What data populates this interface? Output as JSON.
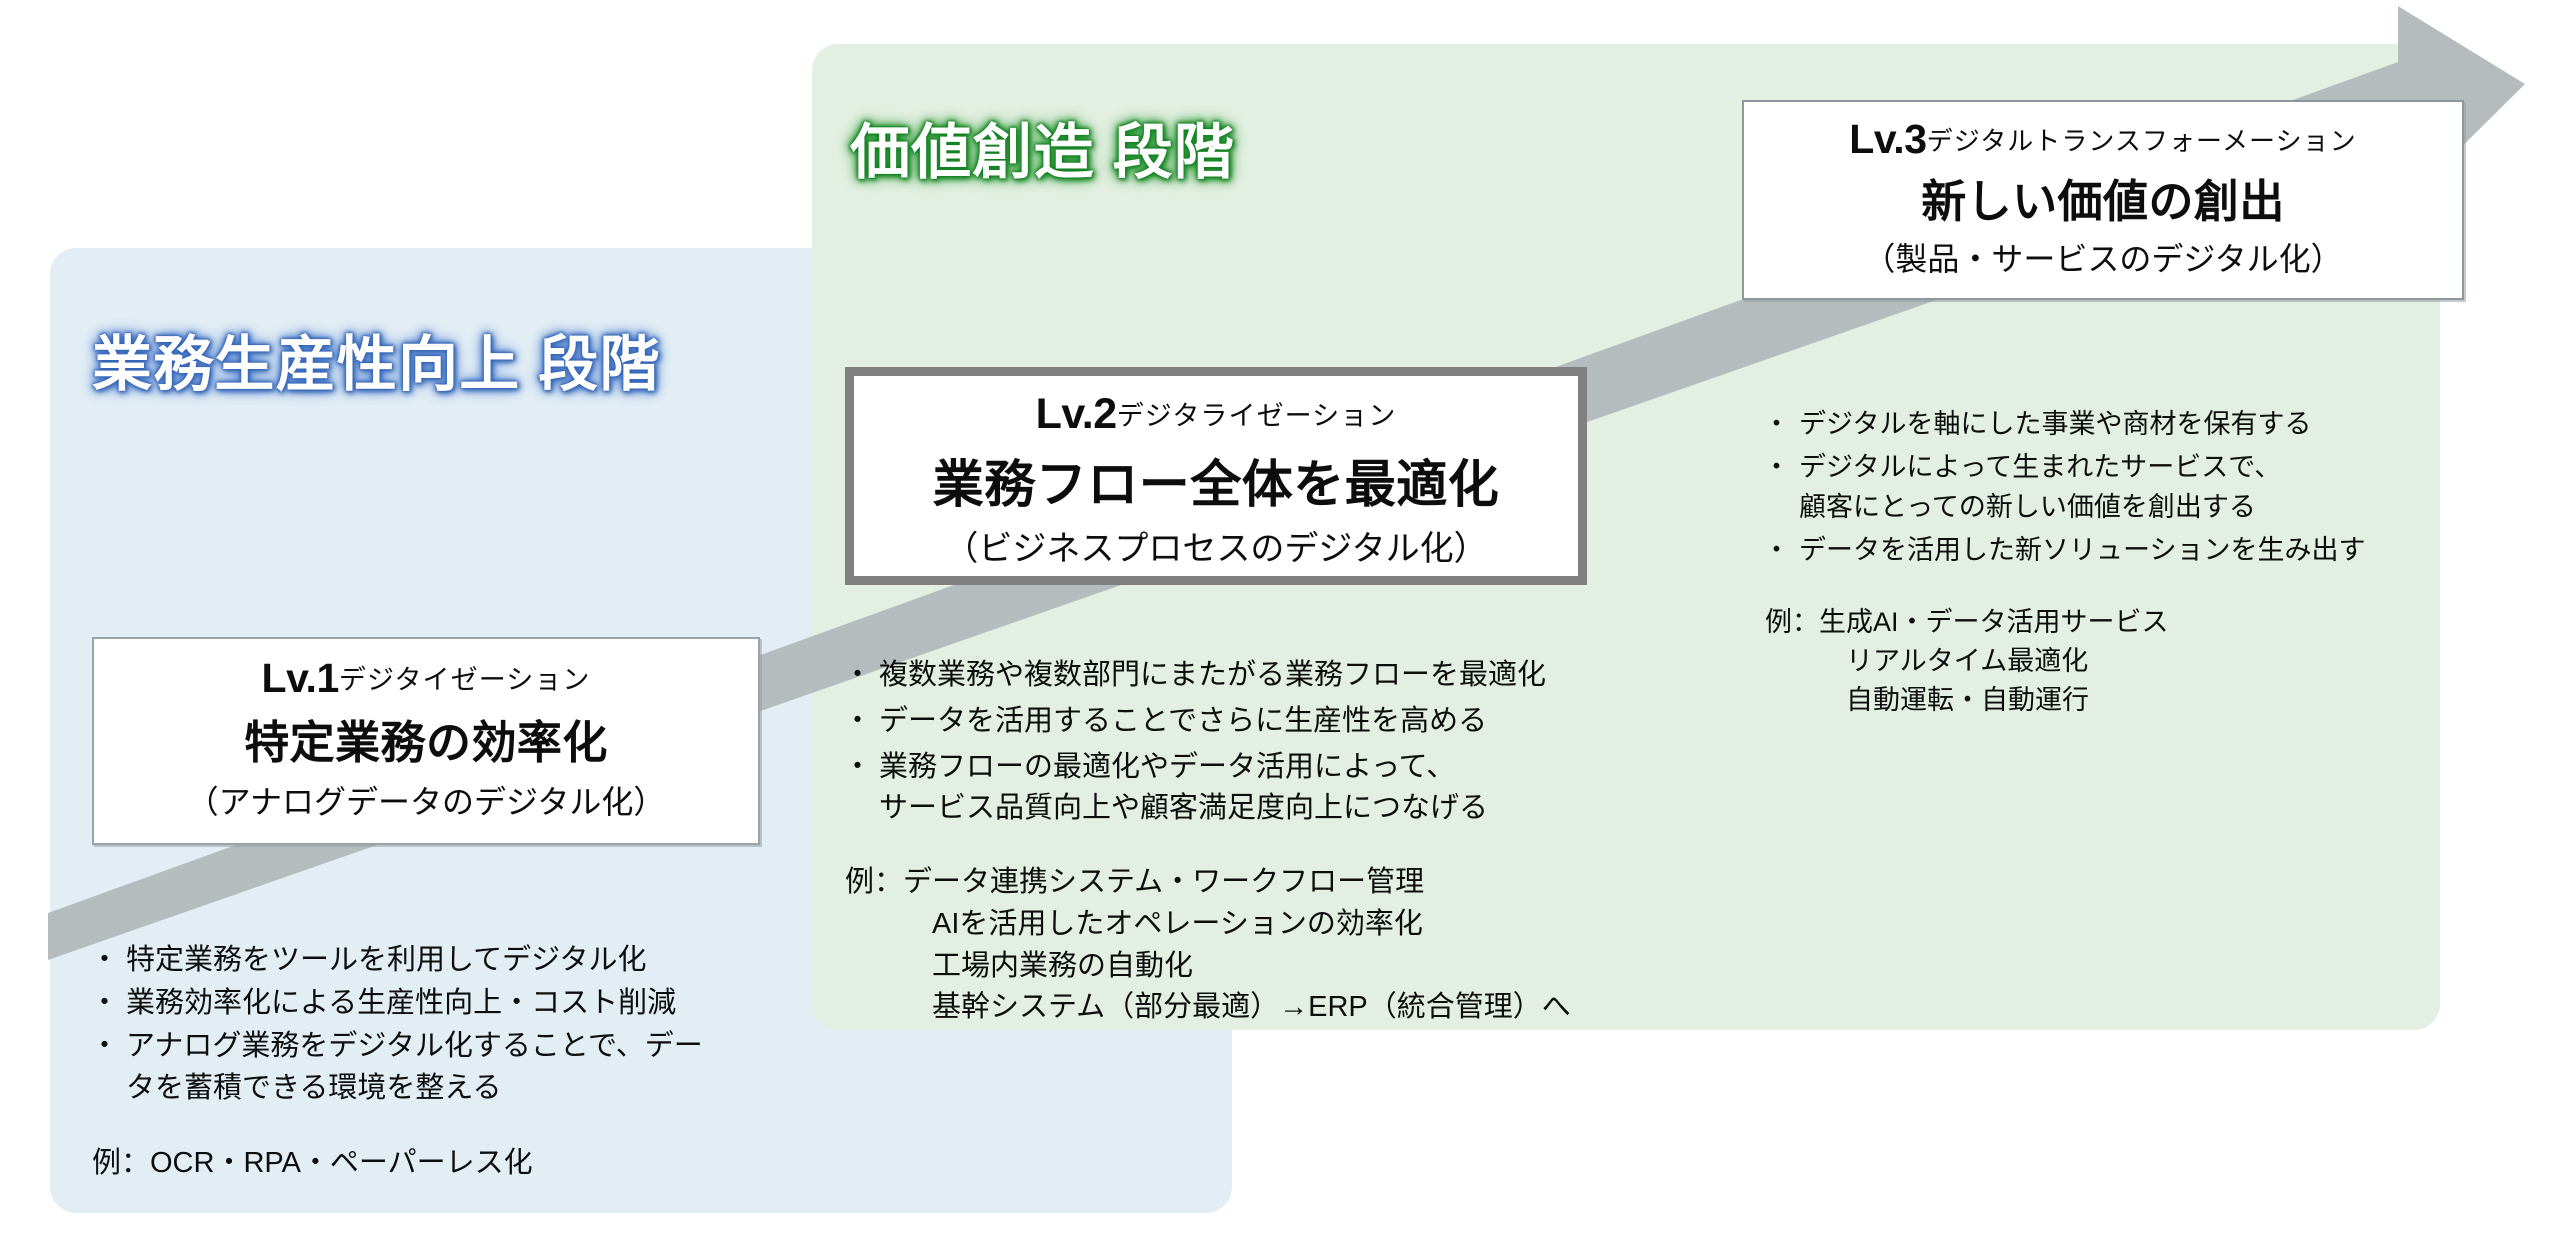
{
  "stages": {
    "blue": {
      "title": "業務生産性向上 段階",
      "color": "#e3eef4",
      "title_color": "#2f5fb0"
    },
    "green": {
      "title": "価値創造 段階",
      "color": "#e3efe2",
      "title_color": "#0f7a1e"
    }
  },
  "arrow": {
    "name": "growth-arrow",
    "color": "#b3b9bb",
    "direction": "up-right"
  },
  "levels": [
    {
      "tag": "Lv.1",
      "kana": "デジタイゼーション",
      "headline": "特定業務の効率化",
      "subtitle": "（アナログデータのデジタル化）",
      "bullets": [
        "特定業務をツールを利用してデジタル化",
        "業務効率化による生産性向上・コスト削減",
        "アナログ業務をデジタル化することで、デー\nタを蓄積できる環境を整える"
      ],
      "example": "例：OCR・RPA・ペーパーレス化"
    },
    {
      "tag": "Lv.2",
      "kana": "デジタライゼーション",
      "headline": "業務フロー全体を最適化",
      "subtitle": "（ビジネスプロセスのデジタル化）",
      "bullets": [
        "複数業務や複数部門にまたがる業務フローを最適化",
        "データを活用することでさらに生産性を高める",
        "業務フローの最適化やデータ活用によって、\n  サービス品質向上や顧客満足度向上につなげる"
      ],
      "example": "例：データ連携システム・ワークフロー管理\n　　　AIを活用したオペレーションの効率化\n　　　工場内業務の自動化\n　　　基幹システム（部分最適）→ERP（統合管理）へ"
    },
    {
      "tag": "Lv.3",
      "kana": "デジタルトランスフォーメーション",
      "headline": "新しい価値の創出",
      "subtitle": "（製品・サービスのデジタル化）",
      "bullets": [
        "デジタルを軸にした事業や商材を保有する",
        "デジタルによって生まれたサービスで、\n  顧客にとっての新しい価値を創出する",
        "データを活用した新ソリューションを生み出す"
      ],
      "example": "例：生成AI・データ活用サービス\n　　　リアルタイム最適化\n　　　自動運転・自動運行"
    }
  ]
}
